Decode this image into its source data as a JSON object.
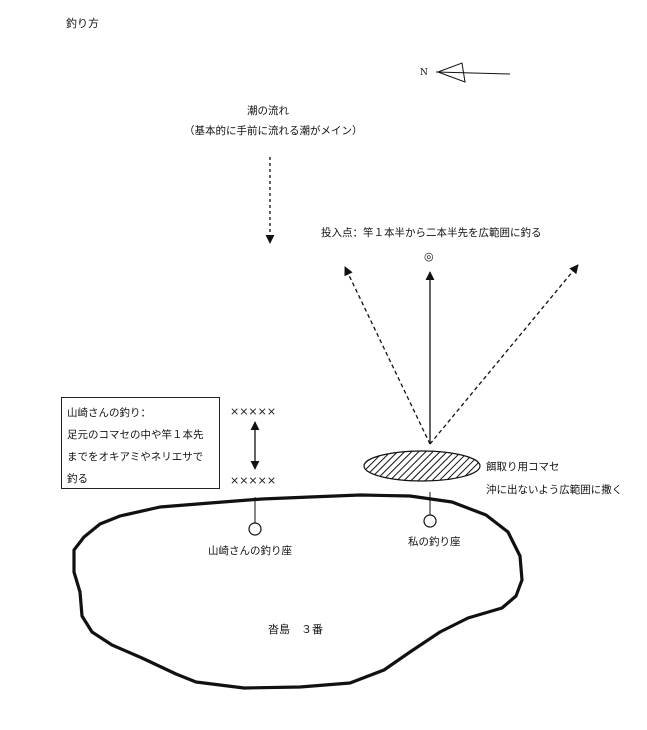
{
  "document": {
    "title": "釣り方"
  },
  "compass": {
    "label": "N"
  },
  "current": {
    "title": "潮の流れ",
    "subtitle": "（基本的に手前に流れる潮がメイン）"
  },
  "cast": {
    "label": "投入点：竿１本半から二本半先を広範囲に釣る",
    "symbol": "◎"
  },
  "yamazaki_note": {
    "lines": [
      "山崎さんの釣り：",
      "足元のコマセの中や竿１本先",
      "までをオキアミやネリエサで",
      "釣る"
    ]
  },
  "range_marks": {
    "top": "×××××",
    "bottom": "×××××"
  },
  "chum": {
    "title": "餌取り用コマセ",
    "note": "沖に出ないよう広範囲に撒く"
  },
  "seats": {
    "yamazaki": "山崎さんの釣り座",
    "mine": "私の釣り座"
  },
  "island": {
    "name": "沓島　３番"
  }
}
